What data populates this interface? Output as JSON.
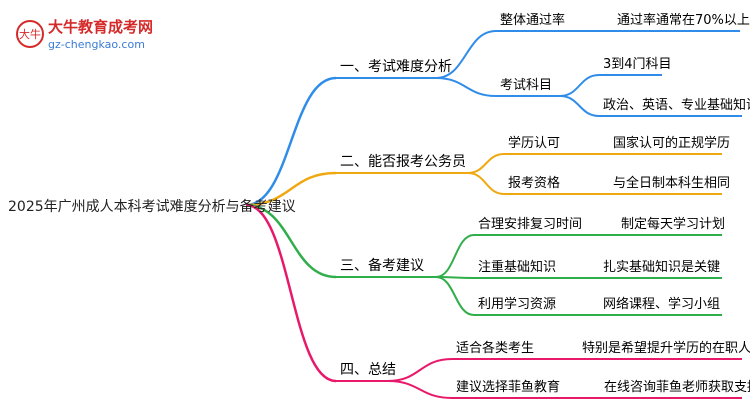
{
  "logo": {
    "title": "大牛教育成考网",
    "url": "gz-chengkao.com",
    "mark_glyph": "大牛"
  },
  "root": {
    "label": "2025年广州成人本科考试难度分析与备考建议"
  },
  "colors": {
    "branch1": "#2f8ce8",
    "branch2": "#f0a810",
    "branch3": "#2fae4a",
    "branch4": "#e8196a",
    "logo_red": "#d42a2a",
    "logo_url": "#3a7bd5"
  },
  "branches": [
    {
      "label": "一、考试难度分析",
      "children": [
        {
          "label": "整体通过率",
          "children": [
            {
              "label": "通过率通常在70%以上"
            }
          ]
        },
        {
          "label": "考试科目",
          "children": [
            {
              "label": "3到4门科目"
            },
            {
              "label": "政治、英语、专业基础知识"
            }
          ]
        }
      ]
    },
    {
      "label": "二、能否报考公务员",
      "children": [
        {
          "label": "学历认可",
          "children": [
            {
              "label": "国家认可的正规学历"
            }
          ]
        },
        {
          "label": "报考资格",
          "children": [
            {
              "label": "与全日制本科生相同"
            }
          ]
        }
      ]
    },
    {
      "label": "三、备考建议",
      "children": [
        {
          "label": "合理安排复习时间",
          "children": [
            {
              "label": "制定每天学习计划"
            }
          ]
        },
        {
          "label": "注重基础知识",
          "children": [
            {
              "label": "扎实基础知识是关键"
            }
          ]
        },
        {
          "label": "利用学习资源",
          "children": [
            {
              "label": "网络课程、学习小组"
            }
          ]
        }
      ]
    },
    {
      "label": "四、总结",
      "children": [
        {
          "label": "适合各类考生",
          "children": [
            {
              "label": "特别是希望提升学历的在职人员"
            }
          ]
        },
        {
          "label": "建议选择菲鱼教育",
          "children": [
            {
              "label": "在线咨询菲鱼老师获取支持"
            }
          ]
        }
      ]
    }
  ]
}
